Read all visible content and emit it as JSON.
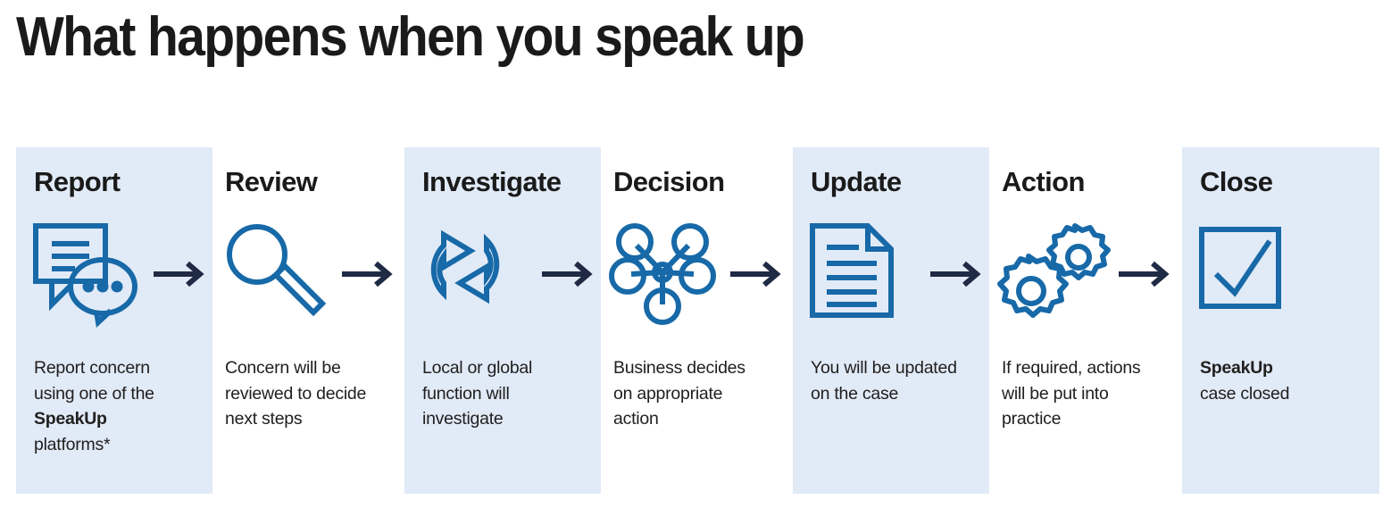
{
  "page": {
    "title": "What happens when you speak up",
    "background": "#ffffff",
    "panel_color": "#e1eaf7",
    "icon_color": "#1769a8",
    "arrow_color": "#1f2a44",
    "heading_color": "#1a1a1a",
    "body_color": "#21201f"
  },
  "steps": [
    {
      "title": "Report",
      "icon": "speech-bubbles-icon",
      "shaded": true,
      "desc_lines": [
        {
          "text": "Report concern",
          "bold": false
        },
        {
          "text": "using one of the",
          "bold": false
        },
        {
          "text": "SpeakUp",
          "bold": true
        },
        {
          "text": "platforms*",
          "bold": false
        }
      ],
      "arrow_after": true
    },
    {
      "title": "Review",
      "icon": "magnifying-glass-icon",
      "shaded": false,
      "desc_lines": [
        {
          "text": "Concern will be",
          "bold": false
        },
        {
          "text": "reviewed to decide",
          "bold": false
        },
        {
          "text": "next steps",
          "bold": false
        }
      ],
      "arrow_after": true
    },
    {
      "title": "Investigate",
      "icon": "refresh-cycle-icon",
      "shaded": true,
      "desc_lines": [
        {
          "text": "Local or global",
          "bold": false
        },
        {
          "text": "function will",
          "bold": false
        },
        {
          "text": "investigate",
          "bold": false
        }
      ],
      "arrow_after": true
    },
    {
      "title": "Decision",
      "icon": "network-nodes-icon",
      "shaded": false,
      "desc_lines": [
        {
          "text": "Business decides",
          "bold": false
        },
        {
          "text": "on appropriate",
          "bold": false
        },
        {
          "text": "action",
          "bold": false
        }
      ],
      "arrow_after": true
    },
    {
      "title": "Update",
      "icon": "document-lines-icon",
      "shaded": true,
      "desc_lines": [
        {
          "text": "You will be updated",
          "bold": false
        },
        {
          "text": "on the case",
          "bold": false
        }
      ],
      "arrow_after": true
    },
    {
      "title": "Action",
      "icon": "gears-icon",
      "shaded": false,
      "desc_lines": [
        {
          "text": "If required, actions",
          "bold": false
        },
        {
          "text": "will be put into",
          "bold": false
        },
        {
          "text": "practice",
          "bold": false
        }
      ],
      "arrow_after": true
    },
    {
      "title": "Close",
      "icon": "checkbox-check-icon",
      "shaded": true,
      "desc_lines": [
        {
          "text": "SpeakUp",
          "bold": true
        },
        {
          "text": "case closed",
          "bold": false
        }
      ],
      "arrow_after": false
    }
  ]
}
